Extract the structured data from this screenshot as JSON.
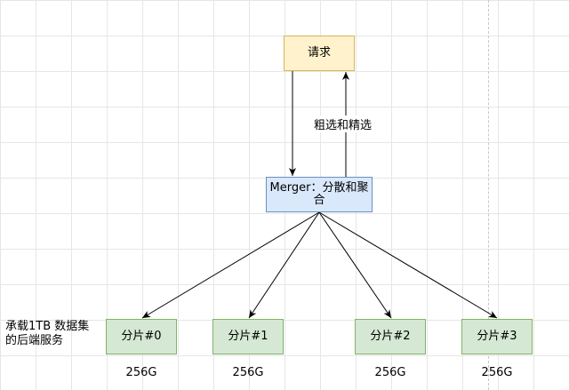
{
  "nodes": {
    "request": "请求",
    "merger": "Merger：分散和聚合",
    "shards": [
      "分片#0",
      "分片#1",
      "分片#2",
      "分片#3"
    ]
  },
  "edge_label": "粗选和精选",
  "backend_note": "承载1TB 数据集的后端服务",
  "shard_sizes": [
    "256G",
    "256G",
    "256G",
    "256G"
  ],
  "colors": {
    "request_fill": "#fff2cc",
    "request_border": "#d6b656",
    "merger_fill": "#dae8fc",
    "merger_border": "#6c8ebf",
    "shard_fill": "#d5e8d4",
    "shard_border": "#82b366"
  }
}
